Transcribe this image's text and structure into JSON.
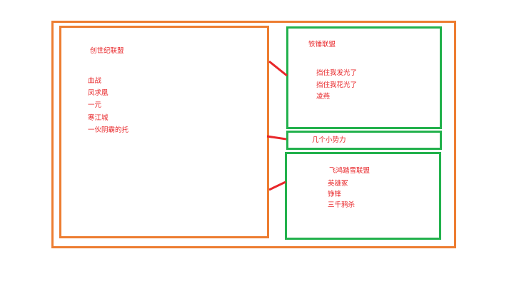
{
  "diagram": {
    "left_group": {
      "title": "创世纪联盟",
      "items": [
        "血战",
        "凤求凰",
        "一元",
        "寒江城",
        "一伙阴霸的托"
      ]
    },
    "top_right_group": {
      "title": "铁锤联盟",
      "items": [
        "挡住我发光了",
        "挡住我花光了",
        "凌燕"
      ]
    },
    "middle_right_group": {
      "title": "几个小势力"
    },
    "bottom_right_group": {
      "title": "飞鸿踏雪联盟",
      "items": [
        "英雄冢",
        "铮锋",
        "三千鸦杀"
      ]
    },
    "colors": {
      "outer_border": "#ed7d31",
      "left_border": "#ed7d31",
      "right_border": "#22b14c",
      "connector": "#e8272a",
      "text": "#e8272a"
    }
  }
}
